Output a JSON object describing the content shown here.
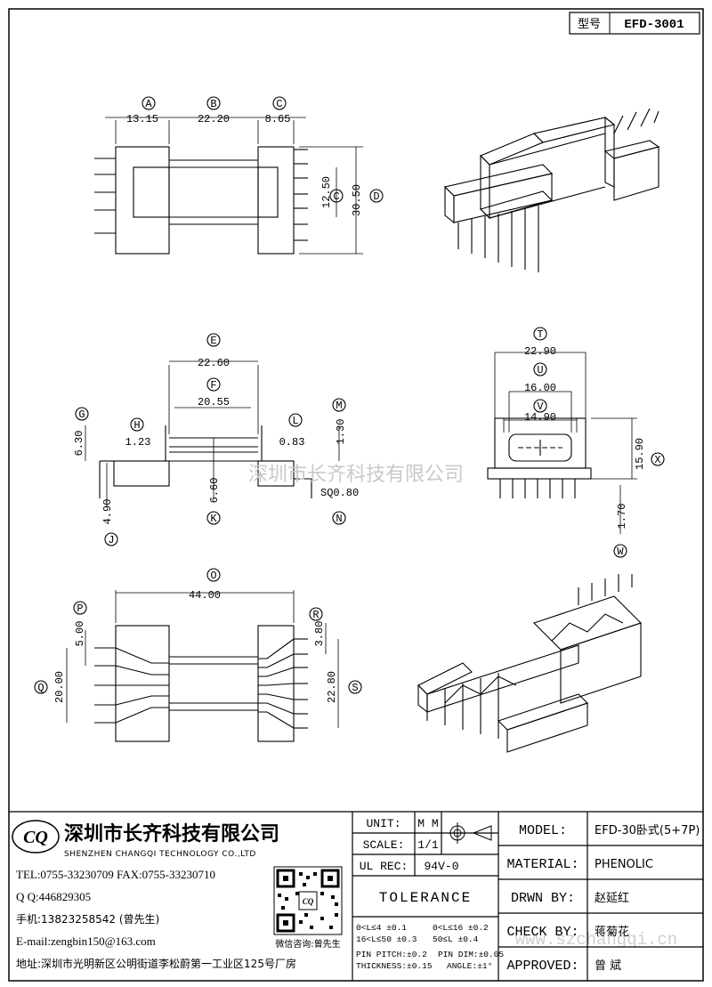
{
  "header": {
    "model_label": "型号",
    "model_value": "EFD-3001"
  },
  "dims": {
    "a": "13.15",
    "b": "22.20",
    "c": "8.65",
    "c2": "12.50",
    "d": "30.50",
    "e": "22.60",
    "f": "20.55",
    "g": "6.30",
    "h": "1.23",
    "l": "0.83",
    "m": "1.30",
    "k": "6.60",
    "n": "SQ0.80",
    "j": "4.90",
    "t": "22.90",
    "u": "16.00",
    "v": "14.90",
    "x": "15.90",
    "w": "1.70",
    "o": "44.00",
    "p": "5.00",
    "q": "20.00",
    "r": "3.80",
    "s": "22.80"
  },
  "letters": {
    "a": "A",
    "b": "B",
    "c": "C",
    "d": "D",
    "e": "E",
    "f": "F",
    "g": "G",
    "h": "H",
    "j": "J",
    "k": "K",
    "l": "L",
    "m": "M",
    "n": "N",
    "o": "O",
    "p": "P",
    "q": "Q",
    "r": "R",
    "s": "S",
    "t": "T",
    "u": "U",
    "v": "V",
    "w": "W",
    "x": "X"
  },
  "watermark": "深圳市长齐科技有限公司",
  "watermark_url": "www.szchangqi.cn",
  "company": {
    "logo_text": "CQ",
    "name_cn": "深圳市长齐科技有限公司",
    "name_en": "SHENZHEN CHANGQI TECHNOLOGY CO.,LTD",
    "tel": "TEL:0755-33230709  FAX:0755-33230710",
    "qq": "Q Q:446829305",
    "phone": "手机:13823258542 (曾先生)",
    "email": "E-mail:zengbin150@163.com",
    "address": "地址:深圳市光明新区公明街道李松蔚第一工业区125号厂房",
    "qr_caption": "微信咨询:曾先生"
  },
  "titleblock": {
    "unit_label": "UNIT:",
    "unit_value": "M M",
    "scale_label": "SCALE:",
    "scale_value": "1/1",
    "ulrec_label": "UL REC:",
    "ulrec_value": "94V-0",
    "tolerance": "TOLERANCE",
    "tol1": "0<L≤4     ±0.1",
    "tol2": "0<L≤16  ±0.2",
    "tol3": "16<L≤50  ±0.3",
    "tol4": "50≤L     ±0.4",
    "tol5": "PIN PITCH:±0.2",
    "tol6": "PIN DIM:±0.05",
    "tol7": "THICKNESS:±0.15",
    "tol8": "ANGLE:±1°",
    "model_label": "MODEL:",
    "model_value": "EFD-30卧式(5+7P)",
    "material_label": "MATERIAL:",
    "material_value": "PHENOLIC",
    "drawn_label": "DRWN BY:",
    "drawn_value": "赵延红",
    "check_label": "CHECK BY:",
    "check_value": "蒋菊花",
    "approved_label": "APPROVED:",
    "approved_value": "曾  斌"
  }
}
